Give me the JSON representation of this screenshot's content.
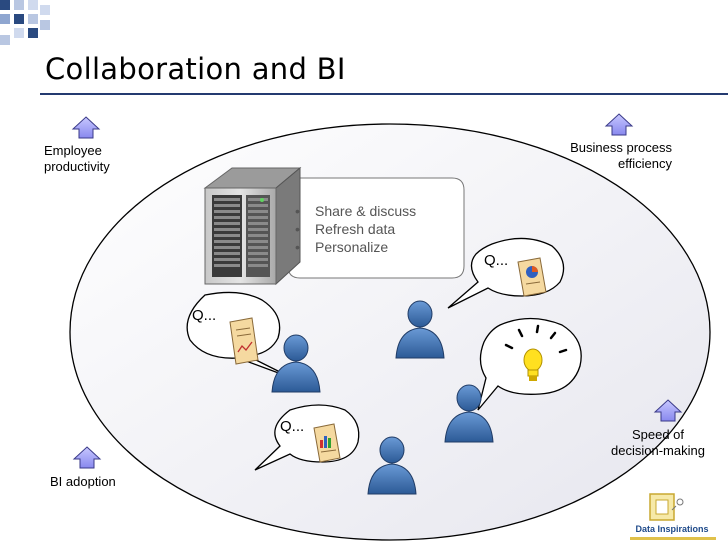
{
  "slide": {
    "title": "Collaboration and BI"
  },
  "bubble_list": {
    "items": [
      "Share & discuss",
      "Refresh data",
      "Personalize"
    ]
  },
  "speech": {
    "q1": "Q...",
    "q2": "Q...",
    "q3": "Q..."
  },
  "outcomes": {
    "employee_productivity": [
      "Employee",
      "productivity"
    ],
    "business_process": [
      "Business process",
      "efficiency"
    ],
    "speed": [
      "Speed of",
      "decision-making"
    ],
    "bi_adoption": "BI adoption"
  },
  "logo": {
    "name": "Data Inspirations"
  },
  "colors": {
    "accent_blue": "#243a70",
    "arrow_fill": "#9a9af0",
    "person_blue": "#3a6aa8",
    "bulb_yellow": "#ffe020"
  }
}
